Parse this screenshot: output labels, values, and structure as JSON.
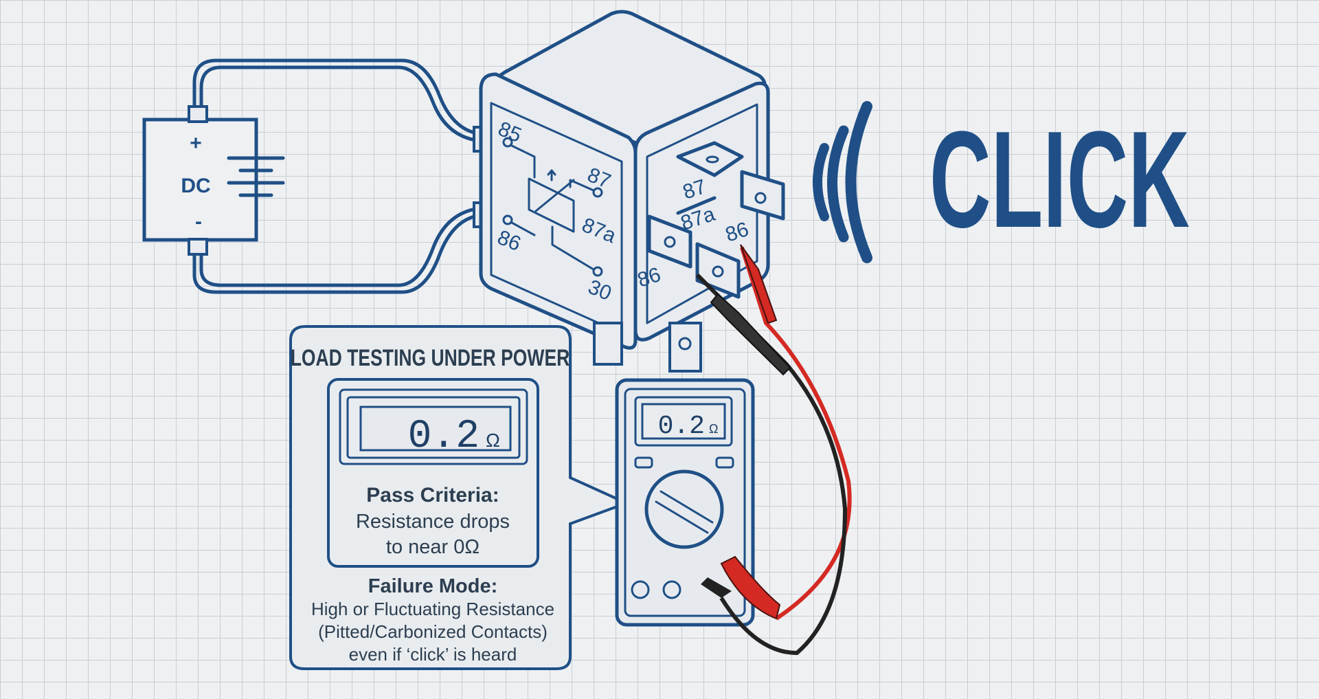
{
  "battery": {
    "label": "DC",
    "plus": "+",
    "minus": "-"
  },
  "relay": {
    "side_pins": {
      "p85": "85",
      "p87": "87",
      "p86": "86",
      "p87a": "87a",
      "p30": "30"
    },
    "front_pins": {
      "p87": "87",
      "p87a": "87a",
      "p86_left": "86",
      "p86_right": "86"
    }
  },
  "sound": {
    "text": "CLICK"
  },
  "callout": {
    "title": "LOAD TESTING UNDER POWER",
    "reading": "0.2",
    "unit": "Ω",
    "pass_heading": "Pass Criteria:",
    "pass_lines": [
      "Resistance drops",
      "to near 0Ω"
    ],
    "fail_heading": "Failure Mode:",
    "fail_lines": [
      "High or Fluctuating Resistance",
      "(Pitted/Carbonized Contacts)",
      "even if ‘click’ is heard"
    ]
  },
  "multimeter": {
    "reading": "0.2",
    "unit": "Ω"
  },
  "colors": {
    "line": "#1f4f86",
    "probe_red": "#d42a23",
    "probe_black": "#222222"
  }
}
